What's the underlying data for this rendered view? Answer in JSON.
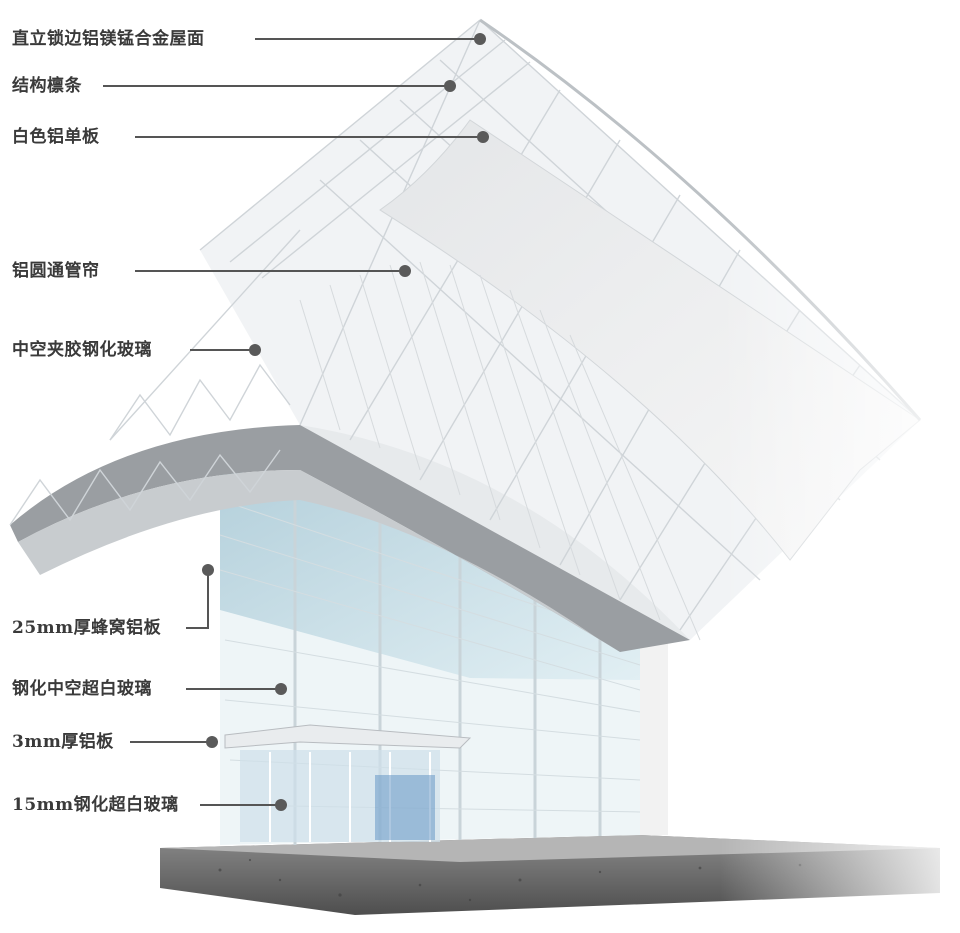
{
  "diagram": {
    "callouts": [
      {
        "id": "roof",
        "text": "直立锁边铝镁锰合金屋面"
      },
      {
        "id": "purlin",
        "text": "结构檩条"
      },
      {
        "id": "panel",
        "text": "白色铝单板"
      },
      {
        "id": "tube",
        "text": "铝圆通管帘"
      },
      {
        "id": "laminated",
        "text": "中空夹胶钢化玻璃"
      },
      {
        "id": "honeycomb",
        "text": "25mm厚蜂窝铝板"
      },
      {
        "id": "tempered",
        "text": "钢化中空超白玻璃"
      },
      {
        "id": "plate3",
        "text": "3mm厚铝板"
      },
      {
        "id": "glass15",
        "text": "15mm钢化超白玻璃"
      }
    ]
  },
  "colors": {
    "label": "#3a3a3a",
    "leader": "#555555",
    "dot": "#5a5a5a",
    "glass": "#bcd6e0",
    "structure": "#d9dde2",
    "concrete": "#6b6b6b"
  }
}
